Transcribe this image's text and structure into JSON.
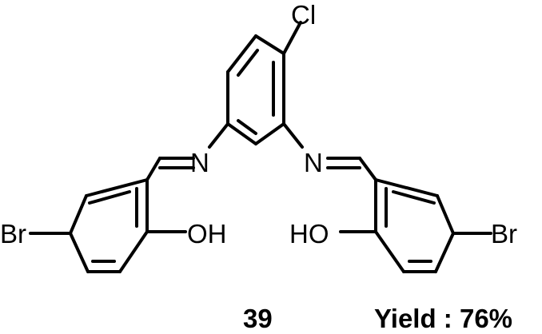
{
  "atoms": {
    "chloro": "Cl",
    "imine_n_left": "N",
    "imine_n_right": "N",
    "hydroxyl_left": "OH",
    "hydroxyl_right": "HO",
    "bromo_left": "Br",
    "bromo_right": "Br"
  },
  "caption": {
    "compound_number": "39",
    "yield": "Yield : 76%"
  }
}
